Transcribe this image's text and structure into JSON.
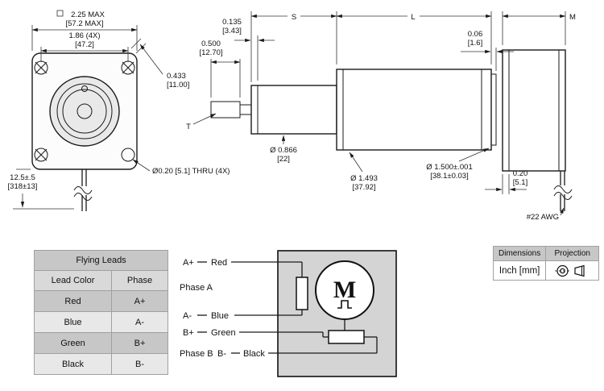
{
  "front_view": {
    "width_in": "2.25 MAX",
    "width_mm": "[57.2 MAX]",
    "holes_in": "1.86 (4X)",
    "holes_mm": "[47.2]",
    "corner_in": "0.433",
    "corner_mm": "[11.00]",
    "thru_holes": "Ø0.20 [5.1] THRU (4X)",
    "lead_len_in": "12.5±.5",
    "lead_len_mm": "[318±13]"
  },
  "side_view": {
    "step_in": "0.135",
    "step_mm": "[3.43]",
    "dim_s": "S",
    "dim_l": "L",
    "dim_m": "M",
    "thread_len_in": "0.500",
    "thread_len_mm": "[12.70]",
    "thread_label": "T",
    "boss_dia_in": "Ø 0.866",
    "boss_dia_mm": "[22]",
    "body_dia_in": "Ø 1.493",
    "body_dia_mm": "[37.92]",
    "pilot_dia_in": "Ø 1.500±.001",
    "pilot_dia_mm": "[38.1±0.03]",
    "rear_step_in": "0.06",
    "rear_step_mm": "[1.6]",
    "flange_in": "0.20",
    "flange_mm": "[5.1]",
    "wire_gauge": "#22 AWG"
  },
  "leads_table": {
    "title": "Flying Leads",
    "col_color": "Lead Color",
    "col_phase": "Phase",
    "rows": [
      {
        "color": "Red",
        "phase": "A+"
      },
      {
        "color": "Blue",
        "phase": "A-"
      },
      {
        "color": "Green",
        "phase": "B+"
      },
      {
        "color": "Black",
        "phase": "B-"
      }
    ]
  },
  "wiring": {
    "phase_a": "Phase A",
    "phase_b": "Phase B",
    "lead_a_plus": "A+",
    "lead_a_minus": "A-",
    "lead_b_plus": "B+",
    "lead_b_minus": "B-",
    "color_red": "Red",
    "color_blue": "Blue",
    "color_green": "Green",
    "color_black": "Black",
    "motor_symbol": "M"
  },
  "info_table": {
    "col_dimensions": "Dimensions",
    "col_projection": "Projection",
    "dimensions_value": "Inch [mm]"
  },
  "colors": {
    "line": "#1a1a1a",
    "wiring_box_fill": "#d4d4d4",
    "table_dark": "#c7c7c7",
    "table_light": "#e8e8e8"
  }
}
